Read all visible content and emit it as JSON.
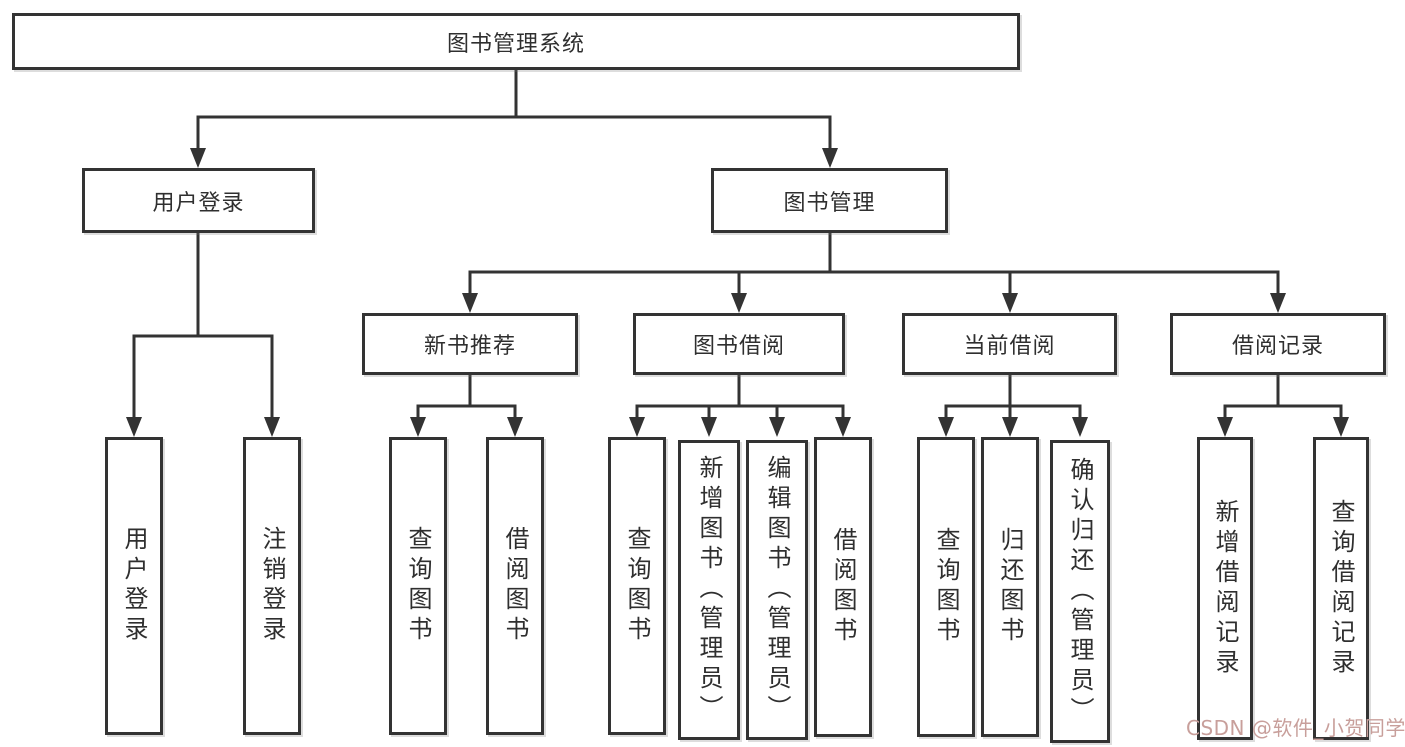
{
  "tree": {
    "label": "图书管理系统",
    "children": [
      {
        "label": "用户登录",
        "children": [
          {
            "label": "用户登录"
          },
          {
            "label": "注销登录"
          }
        ]
      },
      {
        "label": "图书管理",
        "children": [
          {
            "label": "新书推荐",
            "children": [
              {
                "label": "查询图书"
              },
              {
                "label": "借阅图书"
              }
            ]
          },
          {
            "label": "图书借阅",
            "children": [
              {
                "label": "查询图书"
              },
              {
                "label": "新增图书（管理员）"
              },
              {
                "label": "编辑图书（管理员）"
              },
              {
                "label": "借阅图书"
              }
            ]
          },
          {
            "label": "当前借阅",
            "children": [
              {
                "label": "查询图书"
              },
              {
                "label": "归还图书"
              },
              {
                "label": "确认归还（管理员）"
              }
            ]
          },
          {
            "label": "借阅记录",
            "children": [
              {
                "label": "新增借阅记录"
              },
              {
                "label": "查询借阅记录"
              }
            ]
          }
        ]
      }
    ]
  },
  "watermark": {
    "text": "CSDN @软件_小贺同学"
  },
  "colors": {
    "background": "#ffffff",
    "line": "#333333",
    "box_border": "#333333",
    "box_fill": "#ffffff",
    "text": "#2f2f2f",
    "watermark": "#c89f9b"
  }
}
